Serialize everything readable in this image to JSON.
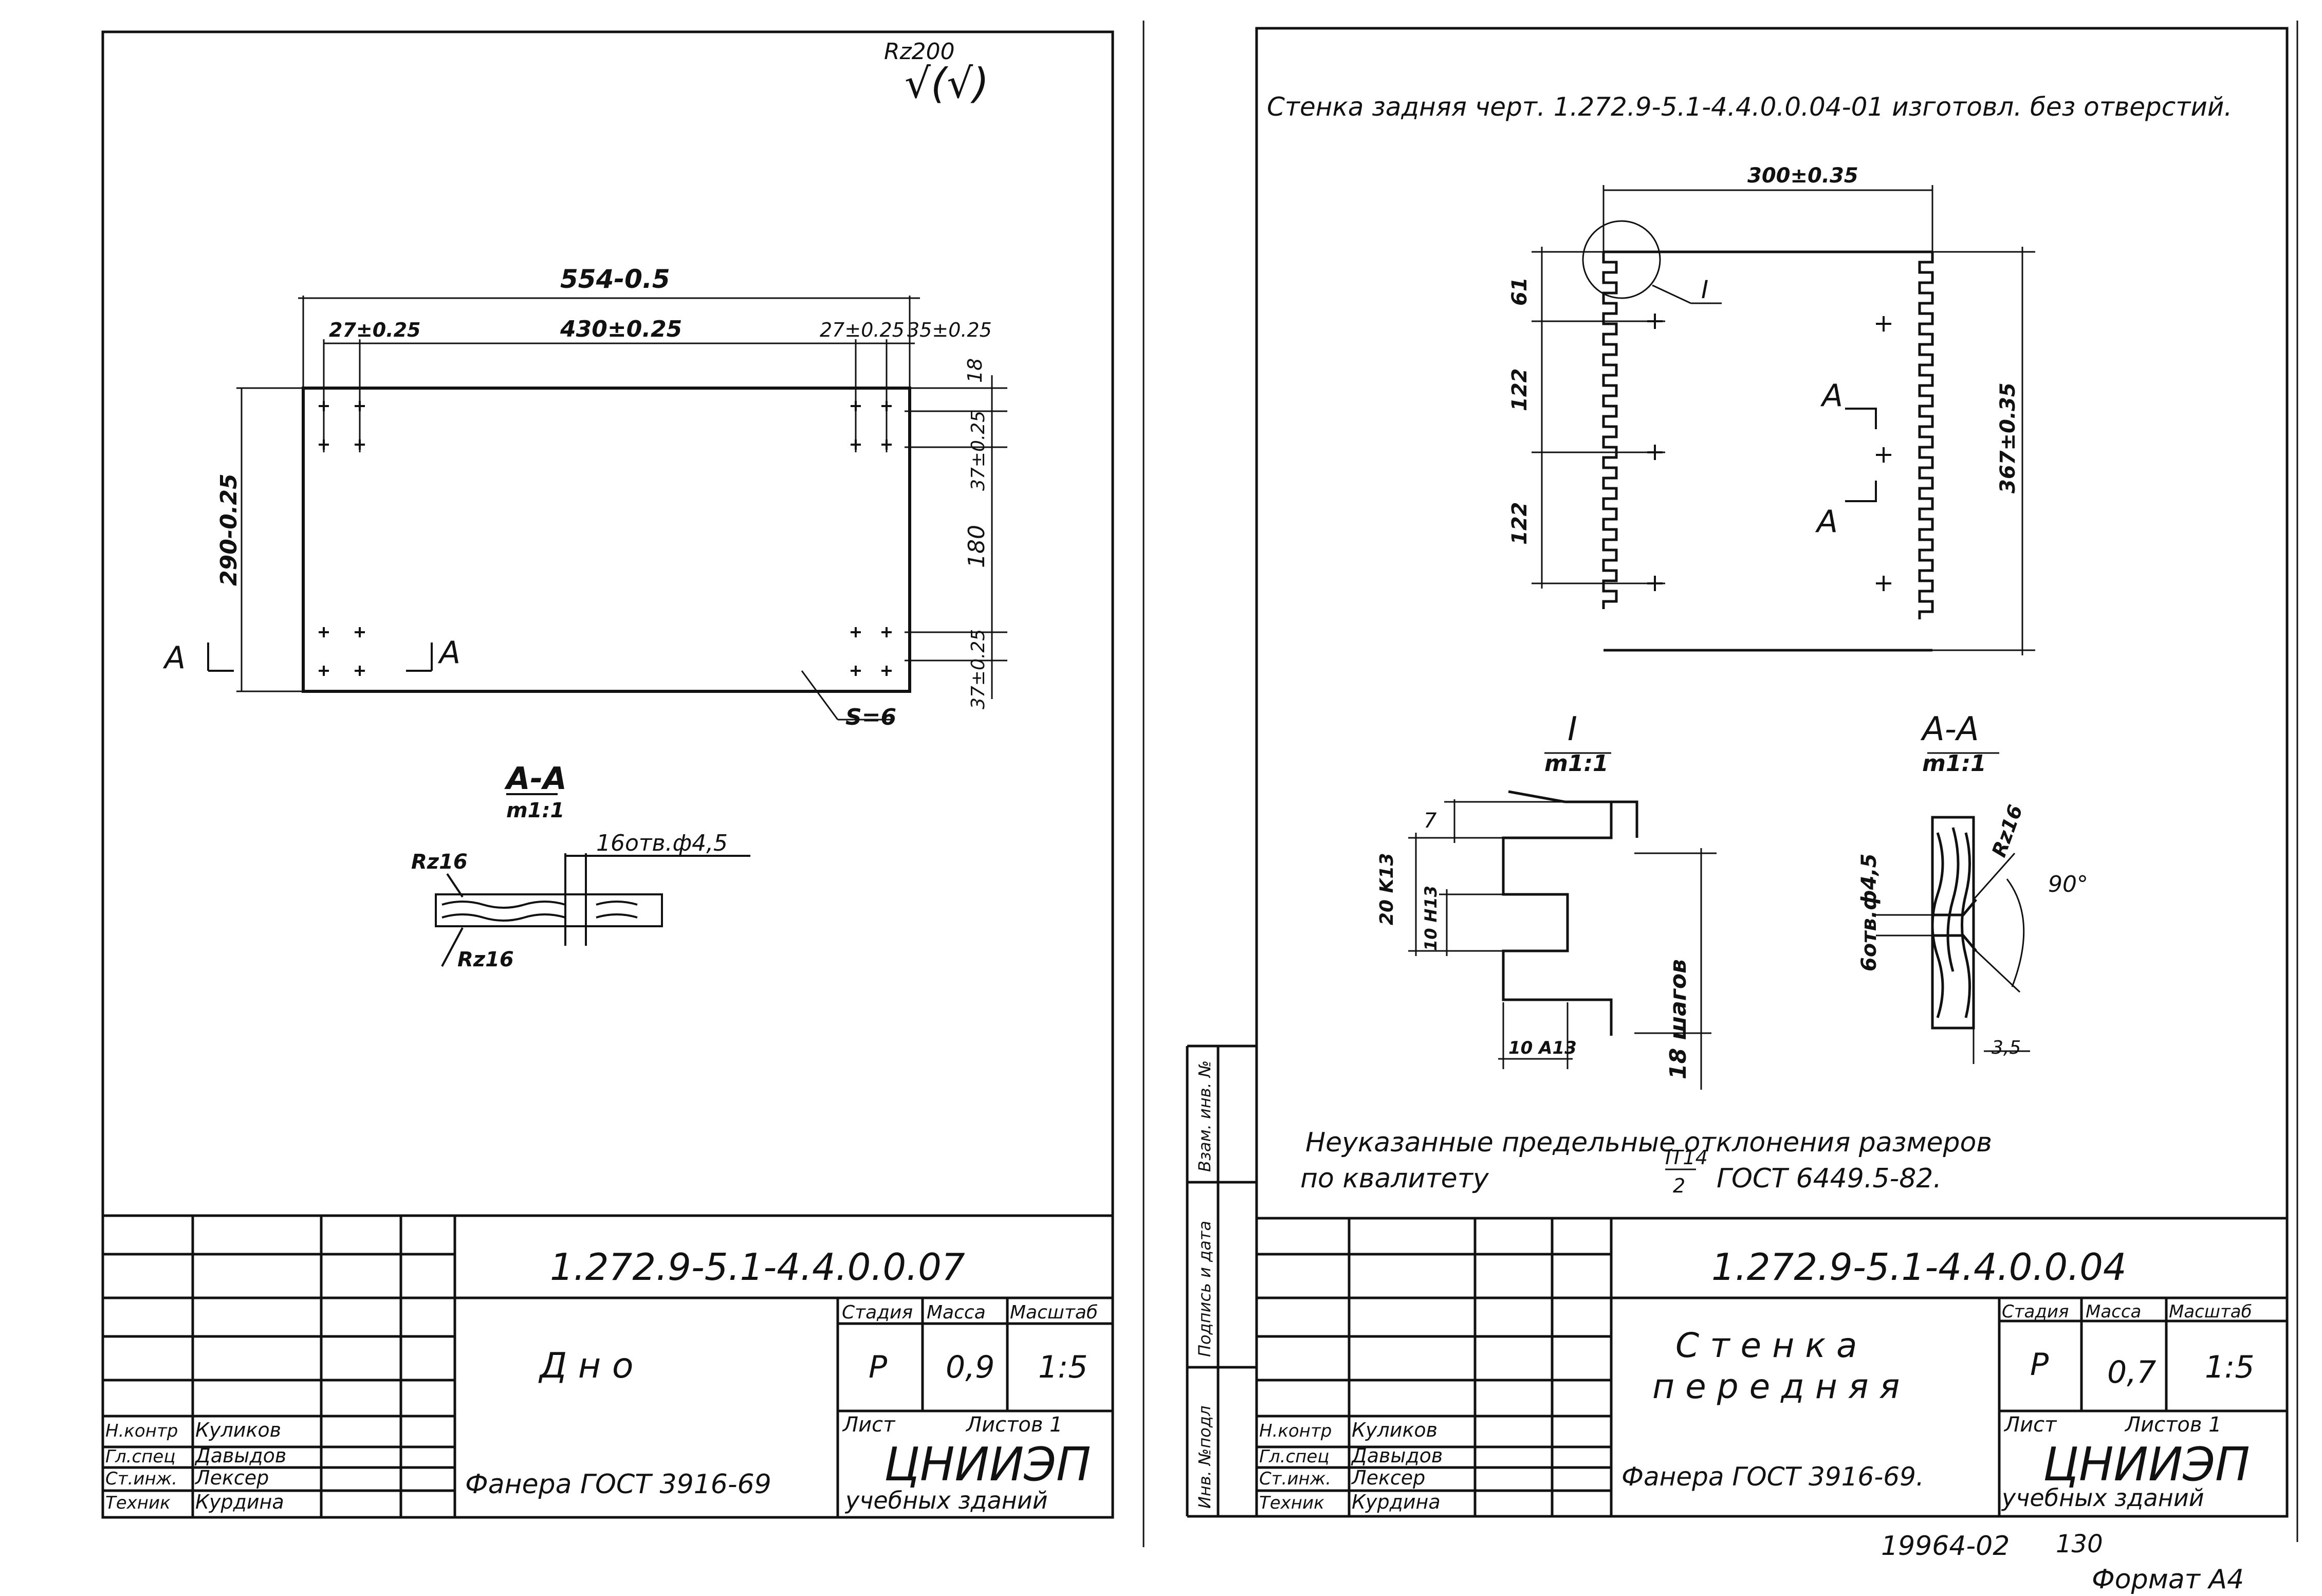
{
  "left_sheet": {
    "roughness_corner": "Rz200",
    "roughness_symbol": "√(√)",
    "dims": {
      "overall_width": "554-0.5",
      "edge_left": "27±0.25",
      "hole_span": "430±0.25",
      "edge_right": "27±0.25",
      "edge_far_right": "35±0.25",
      "top_offset": "18",
      "row_pitch_top": "37±0.25",
      "middle": "180",
      "row_pitch_bottom": "37±0.25",
      "height": "290-0.25",
      "thickness": "S=6"
    },
    "section_cut_label": "A",
    "section": {
      "title": "A-A",
      "scale": "m1:1",
      "holes_note": "16отв.ф4,5",
      "roughness_top": "Rz16",
      "roughness_bottom": "Rz16"
    },
    "title_block": {
      "doc_number": "1.272.9-5.1-4.4.0.0.07",
      "part_name": "Д н о",
      "material": "Фанера ГОСТ 3916-69",
      "stage_header": "Стадия",
      "mass_header": "Масса",
      "scale_header": "Масштаб",
      "stage": "Р",
      "mass": "0,9",
      "scale": "1:5",
      "sheet_label": "Лист",
      "sheets_label": "Листов 1",
      "org_name": "ЦНИИЭП",
      "org_sub": "учебных зданий",
      "people": [
        {
          "role": "Н.контр",
          "name": "Куликов"
        },
        {
          "role": "Гл.спец",
          "name": "Давыдов"
        },
        {
          "role": "Ст.инж.",
          "name": "Лексер"
        },
        {
          "role": "Техник",
          "name": "Курдина"
        }
      ]
    }
  },
  "right_sheet": {
    "header_note": "Стенка задняя черт. 1.272.9-5.1-4.4.0.0.04-01 изготовл. без отверстий.",
    "dims": {
      "width": "300±0.35",
      "height": "367±0.35",
      "top": "61",
      "pitch1": "122",
      "pitch2": "122",
      "detail_mark": "I",
      "section_mark": "A"
    },
    "detail": {
      "title": "I",
      "scale": "m1:1",
      "dim_7": "7",
      "dim_20": "20 K13",
      "dim_10h": "10 H13",
      "dim_10a": "10 A13",
      "steps": "18 шагов"
    },
    "section": {
      "title": "A-A",
      "scale": "m1:1",
      "holes": "6отв.ф4,5",
      "roughness": "Rz16",
      "angle": "90°",
      "depth": "3,5"
    },
    "note_line1": "Неуказанные предельные отклонения размеров",
    "note_line2_a": "по квалитету",
    "note_frac_num": "IT14",
    "note_frac_den": "2",
    "note_line2_b": "ГОСТ 6449.5-82.",
    "side_labels": [
      "Инв. №подл",
      "Подпись и дата",
      "Взам. инв. №"
    ],
    "title_block": {
      "doc_number": "1.272.9-5.1-4.4.0.0.04",
      "part_name_1": "С т е н к а",
      "part_name_2": "п е р е д н я я",
      "material": "Фанера ГОСТ 3916-69.",
      "stage_header": "Стадия",
      "mass_header": "Масса",
      "scale_header": "Масштаб",
      "stage": "Р",
      "mass": "0,7",
      "scale": "1:5",
      "sheet_label": "Лист",
      "sheets_label": "Листов 1",
      "org_name": "ЦНИИЭП",
      "org_sub": "учебных зданий",
      "people": [
        {
          "role": "Н.контр",
          "name": "Куликов"
        },
        {
          "role": "Гл.спец",
          "name": "Давыдов"
        },
        {
          "role": "Ст.инж.",
          "name": "Лексер"
        },
        {
          "role": "Техник",
          "name": "Курдина"
        }
      ]
    }
  },
  "footer": {
    "archive": "19964-02",
    "page": "130",
    "format": "Формат А4"
  }
}
